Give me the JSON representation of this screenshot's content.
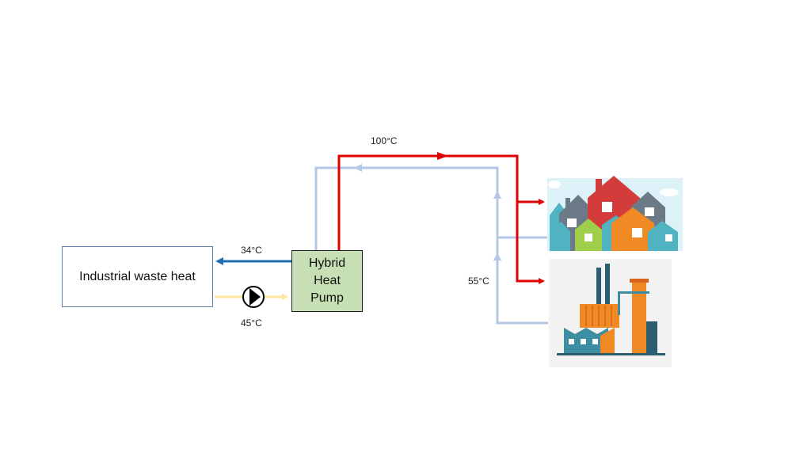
{
  "source": {
    "label": "Industrial waste heat"
  },
  "heat_pump": {
    "lines": [
      "Hybrid",
      "Heat",
      "Pump"
    ]
  },
  "temperatures": {
    "supply": "100°C",
    "return_to_source": "34°C",
    "from_source": "45°C",
    "return_from_consumers": "55°C"
  },
  "colors": {
    "hot": "#e00000",
    "cold": "#1f6fb5",
    "warm": "#ffe699",
    "return": "#b4c7e7",
    "heat_pump_fill": "#c6dfb4"
  },
  "icons": {
    "pump": "circulation-pump-icon",
    "houses": "houses-icon",
    "factory": "factory-icon"
  }
}
